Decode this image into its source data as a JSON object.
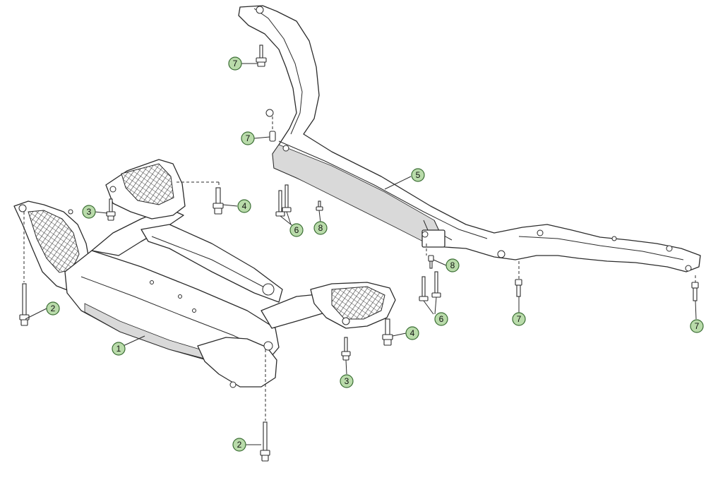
{
  "colors": {
    "callout_fill": "#b9dbaa",
    "callout_stroke": "#3b6e34",
    "line": "#2b2b2b",
    "background": "#ffffff"
  },
  "callouts": [
    {
      "label": "1",
      "part": "subframe"
    },
    {
      "label": "2",
      "part": "bolt-left"
    },
    {
      "label": "2",
      "part": "bolt-front"
    },
    {
      "label": "3",
      "part": "bolt-rear-left"
    },
    {
      "label": "3",
      "part": "bolt-center"
    },
    {
      "label": "4",
      "part": "bolt-rear-mount"
    },
    {
      "label": "4",
      "part": "bolt-right-mount"
    },
    {
      "label": "5",
      "part": "rear-crossmember"
    },
    {
      "label": "6",
      "part": "bolts-left-pair"
    },
    {
      "label": "6",
      "part": "bolts-right-pair"
    },
    {
      "label": "7",
      "part": "bolt-top"
    },
    {
      "label": "7",
      "part": "bolt-upper-left"
    },
    {
      "label": "7",
      "part": "bolt-right-end"
    },
    {
      "label": "7",
      "part": "bolt-mid-right"
    },
    {
      "label": "8",
      "part": "small-bolt-left"
    },
    {
      "label": "8",
      "part": "small-bolt-right"
    }
  ]
}
